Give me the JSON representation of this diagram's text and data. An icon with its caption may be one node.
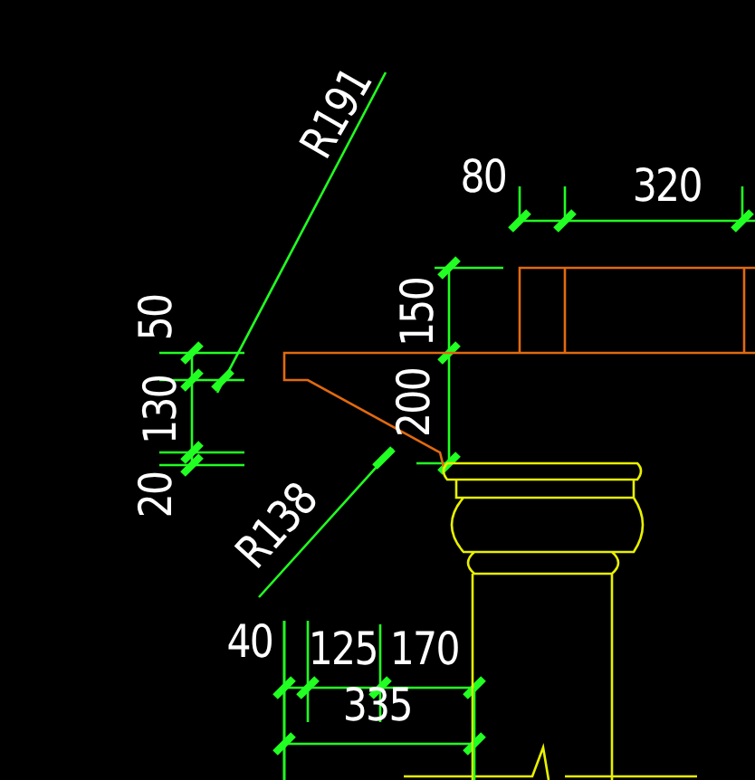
{
  "diagram": {
    "labels": [
      "R191",
      "80",
      "320",
      "50",
      "150",
      "130",
      "200",
      "20",
      "R138",
      "40",
      "125",
      "170",
      "335"
    ]
  }
}
